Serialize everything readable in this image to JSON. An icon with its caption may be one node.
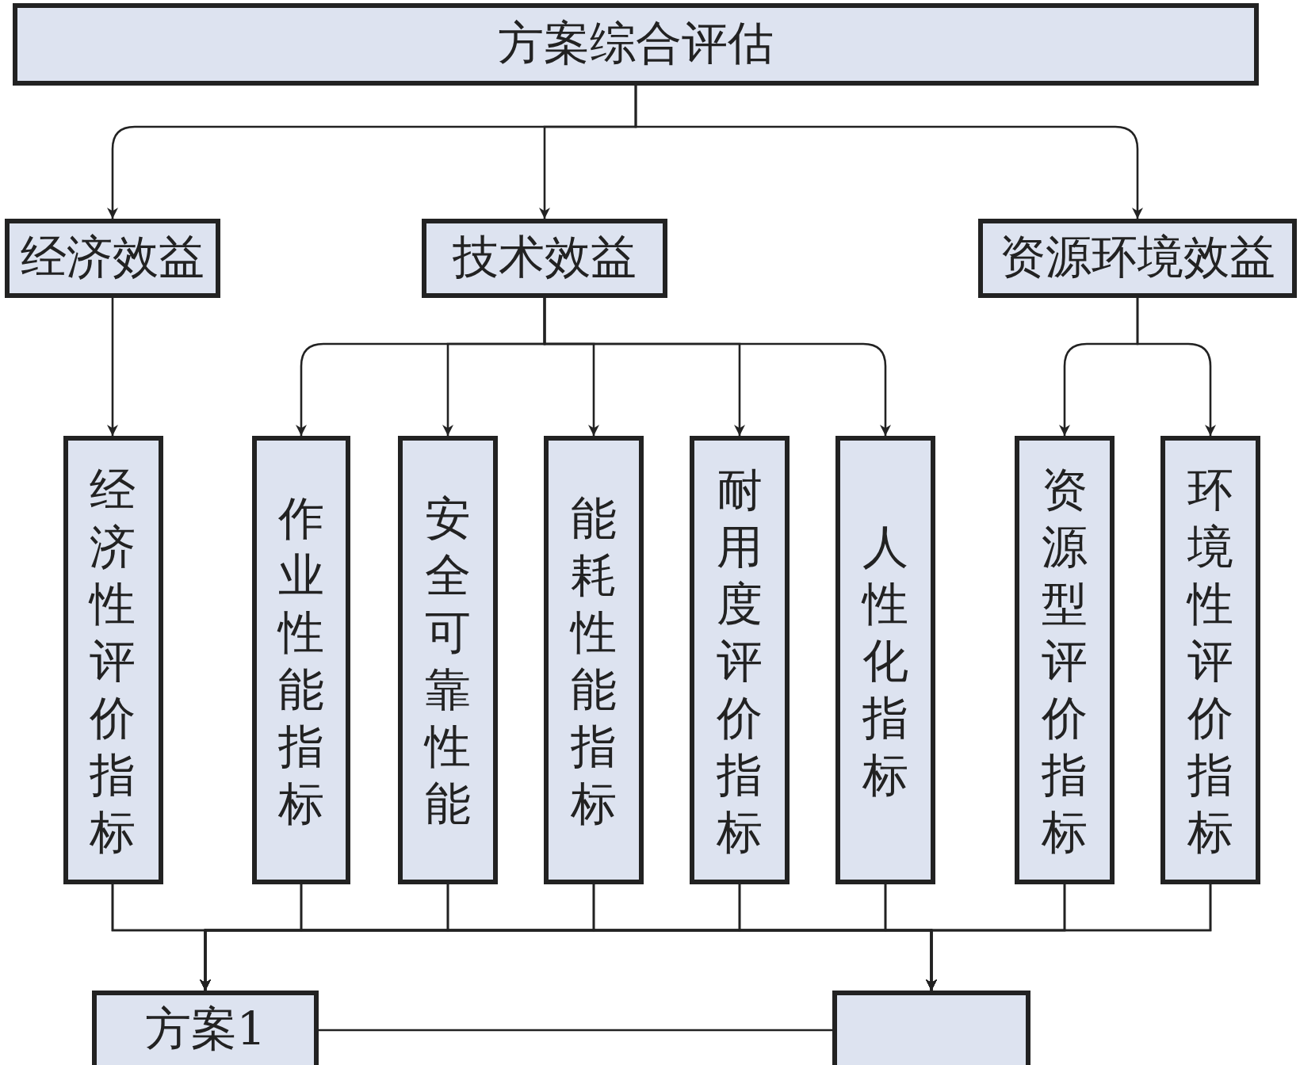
{
  "diagram": {
    "nodes": [
      {
        "text": [
          "方案综合评估"
        ]
      },
      {
        "text": [
          "经济效益"
        ]
      },
      {
        "text": [
          "技术效益"
        ]
      },
      {
        "text": [
          "资源环境效益"
        ]
      },
      {
        "text": [
          "经济性评价指标"
        ]
      },
      {
        "text": [
          "作业性能指标"
        ]
      },
      {
        "text": [
          "安全可靠性能"
        ]
      },
      {
        "text": [
          "能耗性能指标"
        ]
      },
      {
        "text": [
          "耐用度评价指标"
        ]
      },
      {
        "text": [
          "人性化指标"
        ]
      },
      {
        "text": [
          "资源型评价指标"
        ]
      },
      {
        "text": [
          "环境性评价指标"
        ]
      },
      {
        "text": [
          "方案1"
        ]
      },
      {
        "text": [],
        "shape": "box"
      }
    ],
    "edges": [
      {
        "from": 0,
        "to": 1,
        "arrow": "to"
      },
      {
        "from": 0,
        "to": 2,
        "arrow": "to"
      },
      {
        "from": 0,
        "to": 3,
        "arrow": "to"
      },
      {
        "from": 1,
        "to": 4,
        "arrow": "to"
      },
      {
        "from": 2,
        "to": 5,
        "arrow": "to"
      },
      {
        "from": 2,
        "to": 6,
        "arrow": "to"
      },
      {
        "from": 2,
        "to": 7,
        "arrow": "to"
      },
      {
        "from": 2,
        "to": 8,
        "arrow": "to"
      },
      {
        "from": 2,
        "to": 9,
        "arrow": "to"
      },
      {
        "from": 3,
        "to": 10,
        "arrow": "to"
      },
      {
        "from": 3,
        "to": 11,
        "arrow": "to"
      },
      {
        "from": 4,
        "to": 12,
        "arrow": "to"
      },
      {
        "from": 5,
        "to": 12,
        "arrow": "to"
      },
      {
        "from": 6,
        "to": 12,
        "arrow": "to"
      },
      {
        "from": 7,
        "to": 12,
        "arrow": "to"
      },
      {
        "from": 8,
        "to": 12,
        "arrow": "to"
      },
      {
        "from": 9,
        "to": 12,
        "arrow": "to"
      },
      {
        "from": 10,
        "to": 12,
        "arrow": "to"
      },
      {
        "from": 11,
        "to": 12,
        "arrow": "to"
      },
      {
        "from": 4,
        "to": 13,
        "arrow": "to"
      },
      {
        "from": 5,
        "to": 13,
        "arrow": "to"
      },
      {
        "from": 6,
        "to": 13,
        "arrow": "to"
      },
      {
        "from": 7,
        "to": 13,
        "arrow": "to"
      },
      {
        "from": 8,
        "to": 13,
        "arrow": "to"
      },
      {
        "from": 9,
        "to": 13,
        "arrow": "to"
      },
      {
        "from": 10,
        "to": 13,
        "arrow": "to"
      },
      {
        "from": 11,
        "to": 13,
        "arrow": "to"
      },
      {
        "from": 12,
        "to": 13,
        "arrow": "none"
      }
    ]
  }
}
